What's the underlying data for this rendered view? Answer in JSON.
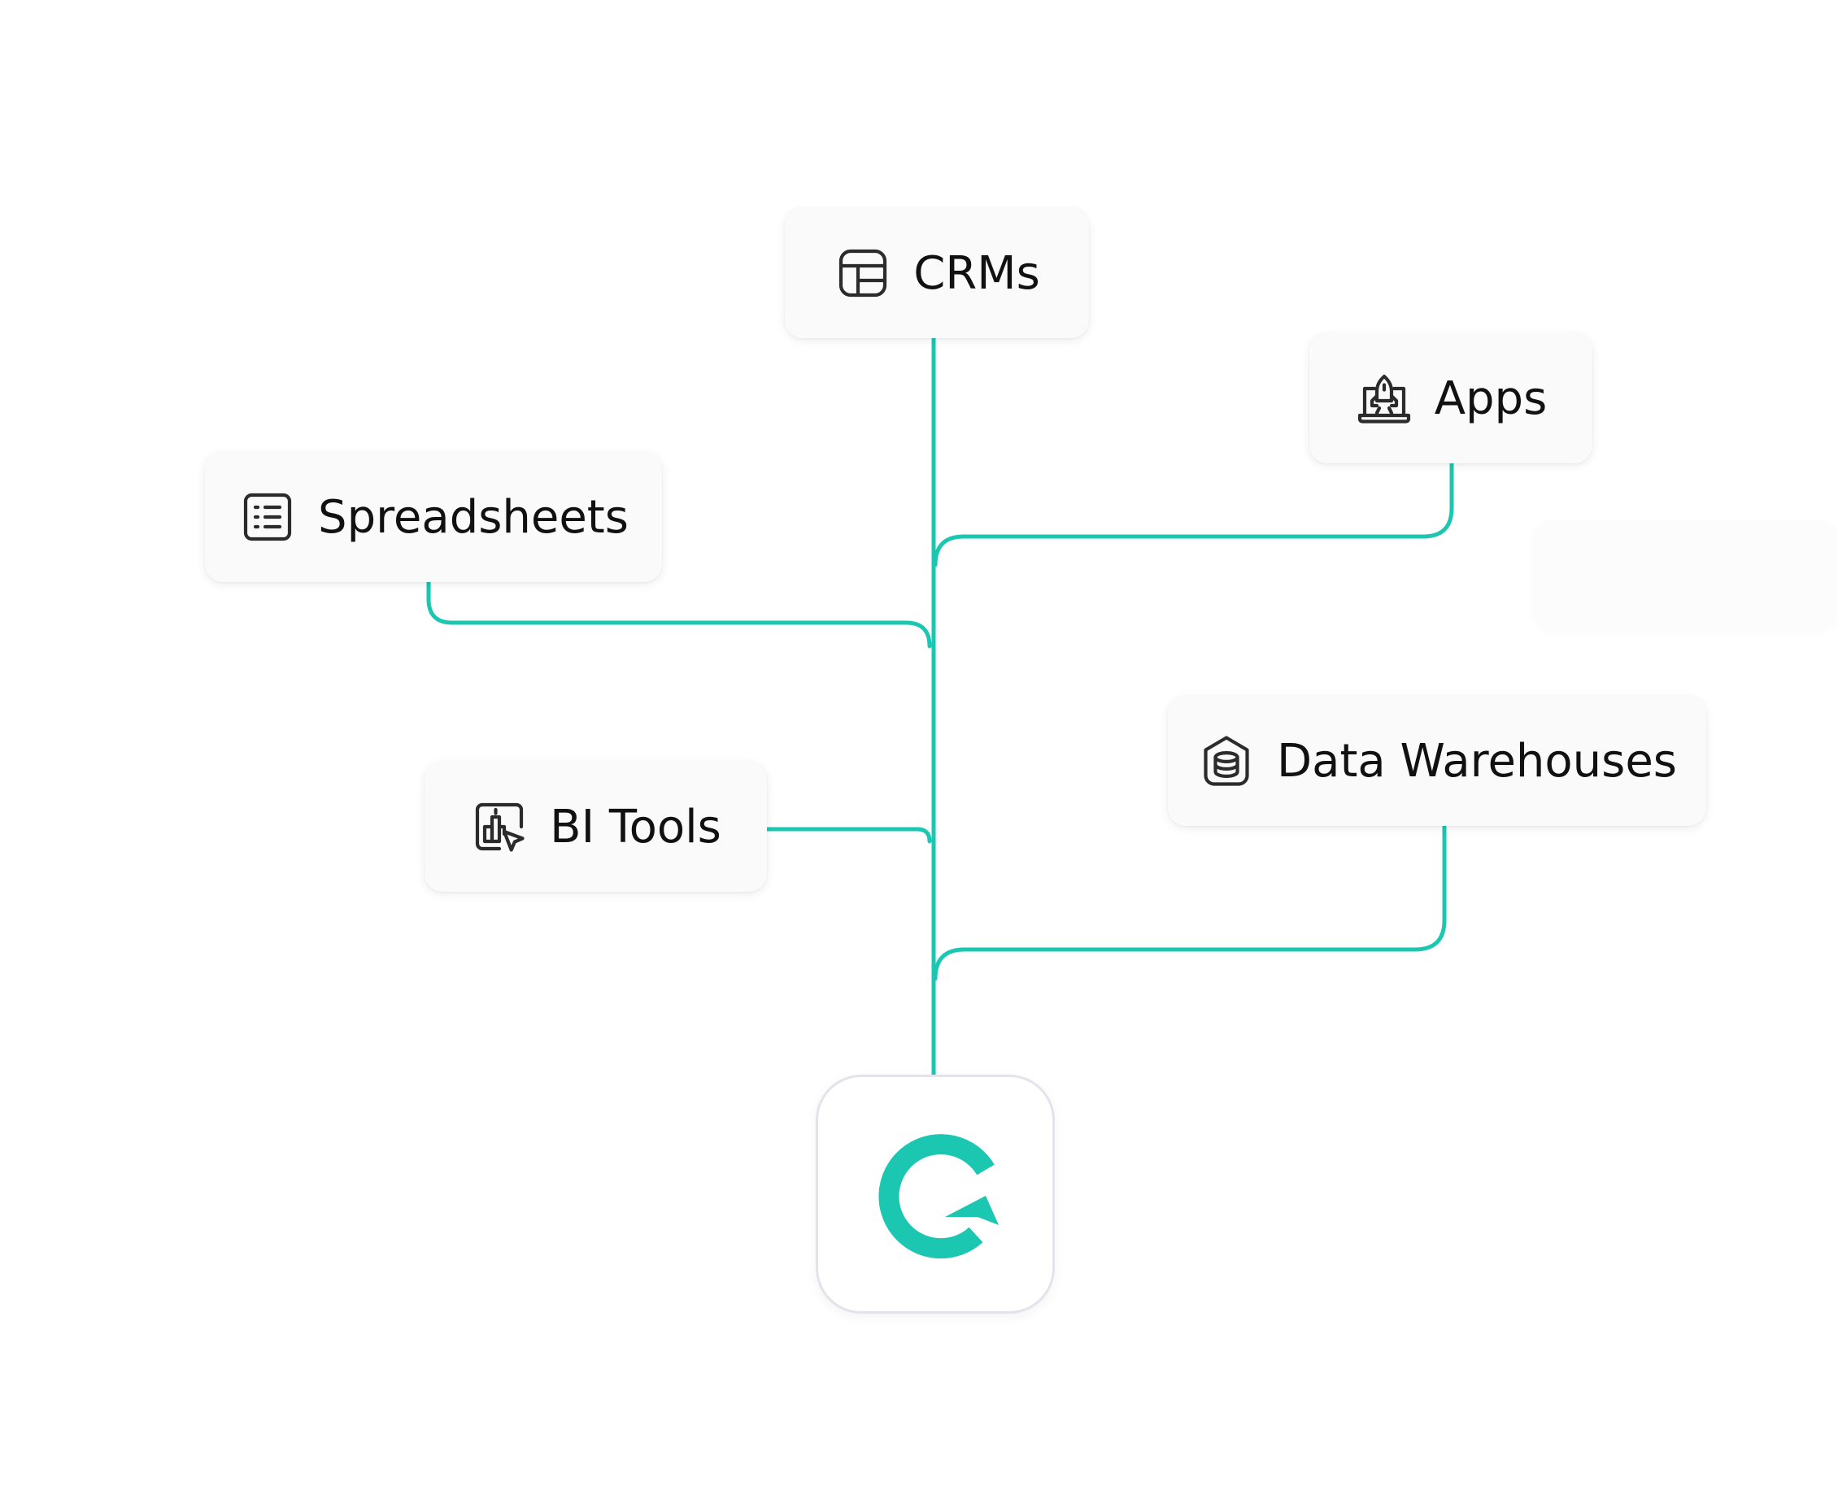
{
  "colors": {
    "accent": "#1cc7b1",
    "card_background": "#fafafa",
    "icon_stroke": "#2b2b2b",
    "text": "#111111"
  },
  "nodes": {
    "crms": {
      "label": "CRMs",
      "icon": "table-layout-icon"
    },
    "apps": {
      "label": "Apps",
      "icon": "rocket-laptop-icon"
    },
    "spreadsheets": {
      "label": "Spreadsheets",
      "icon": "list-document-icon"
    },
    "bi_tools": {
      "label": "BI Tools",
      "icon": "chart-cursor-icon"
    },
    "data_warehouses": {
      "label": "Data Warehouses",
      "icon": "warehouse-database-icon"
    }
  },
  "hub": {
    "icon": "circular-arrow-logo-icon"
  }
}
